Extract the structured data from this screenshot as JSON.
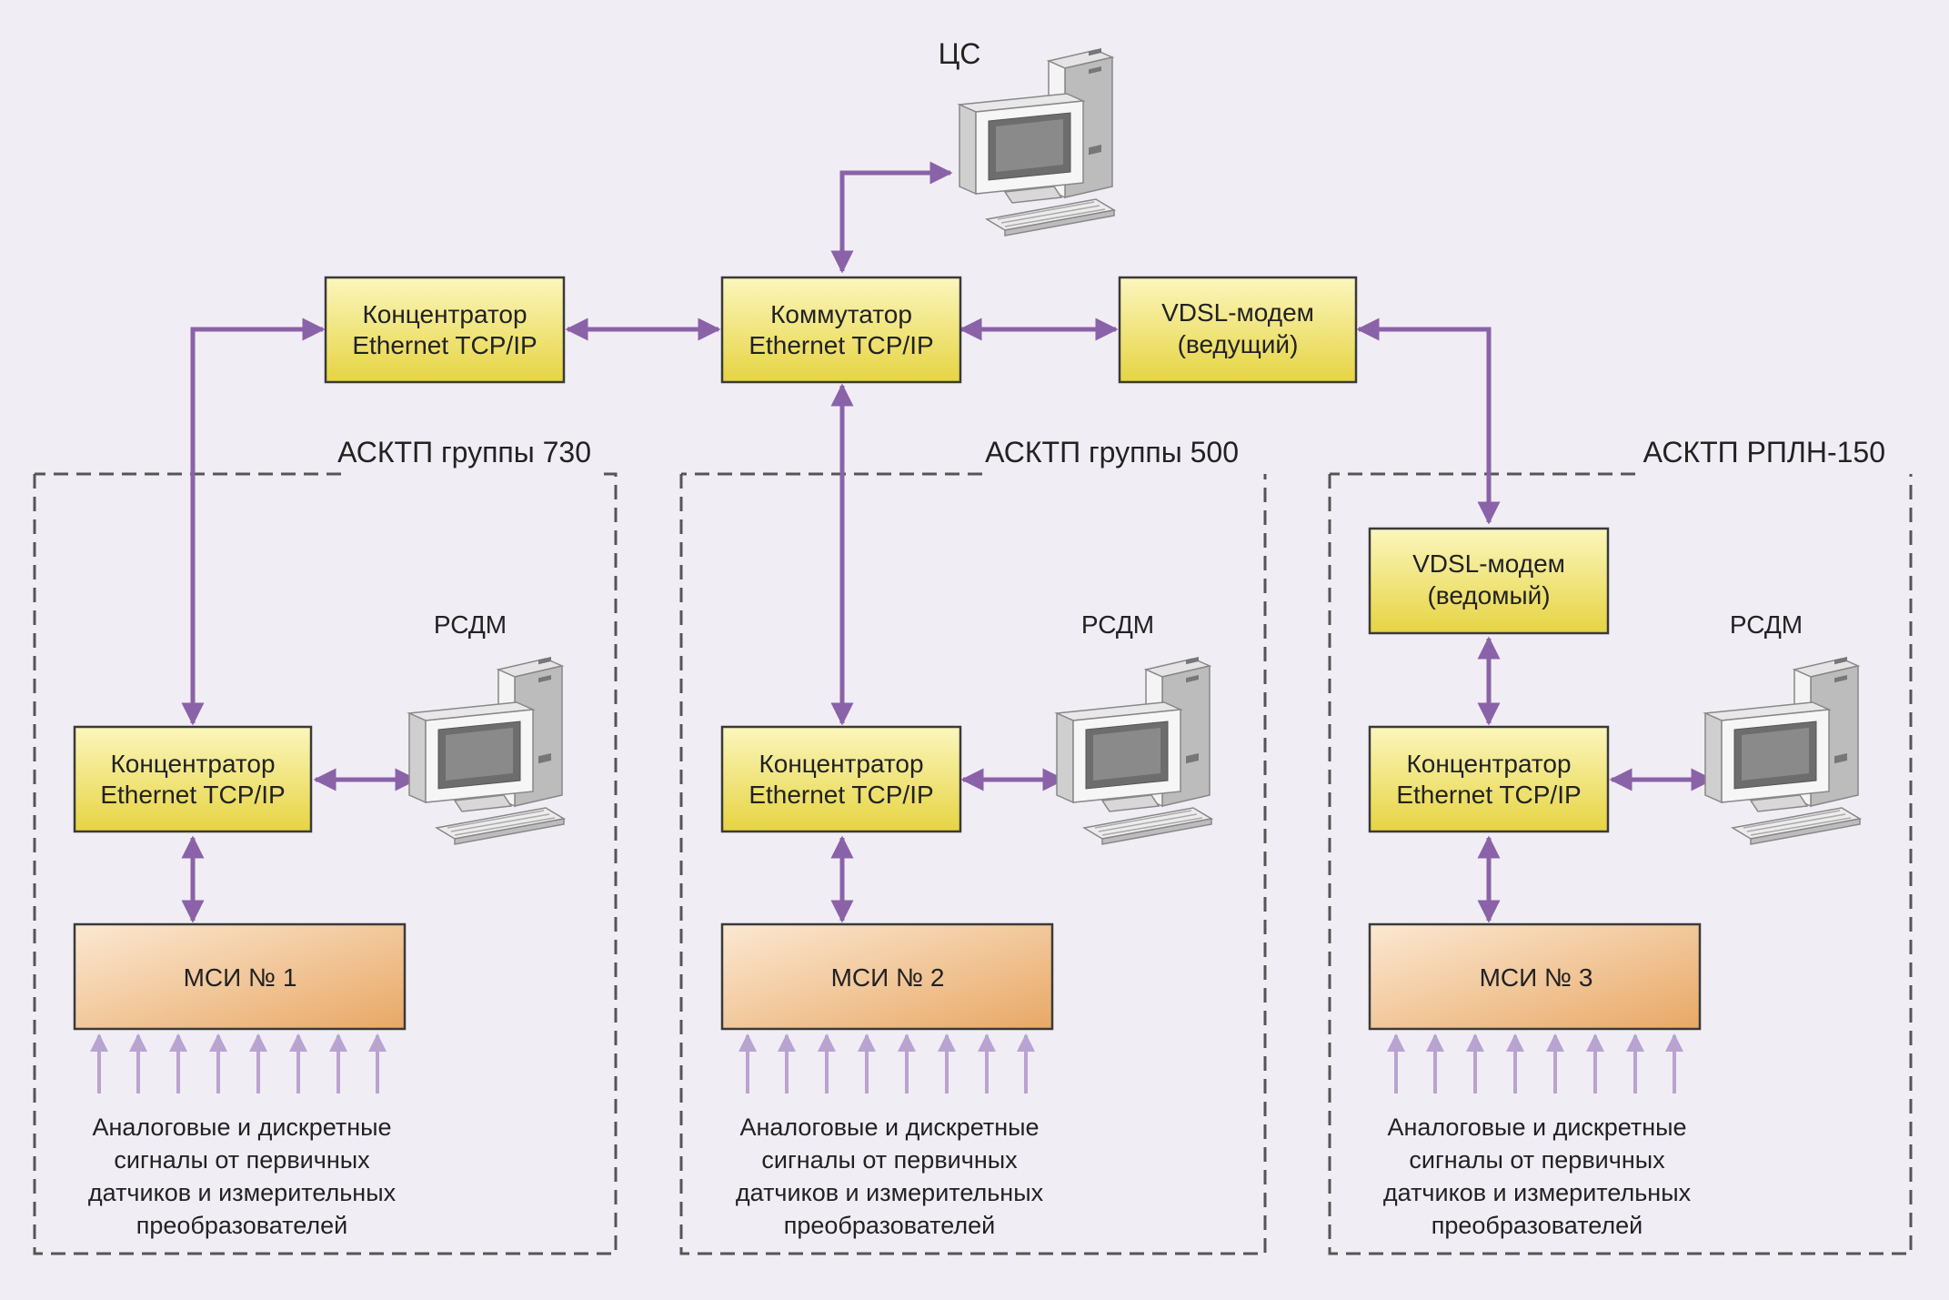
{
  "central_station": {
    "label": "ЦС"
  },
  "top_row": {
    "hub": {
      "line1": "Концентратор",
      "line2": "Ethernet TCP/IP"
    },
    "switch": {
      "line1": "Коммутатор",
      "line2": "Ethernet TCP/IP"
    },
    "vdsl_master": {
      "line1": "VDSL-модем",
      "line2": "(ведущий)"
    }
  },
  "groups": [
    {
      "title": "АСКТП группы 730",
      "workstation_label": "РСДМ",
      "hub": {
        "line1": "Концентратор",
        "line2": "Ethernet TCP/IP"
      },
      "msi": {
        "label": "МСИ № 1"
      },
      "signals": {
        "line1": "Аналоговые и дискретные",
        "line2": "сигналы от первичных",
        "line3": "датчиков и измерительных",
        "line4": "преобразователей"
      }
    },
    {
      "title": "АСКТП группы 500",
      "workstation_label": "РСДМ",
      "hub": {
        "line1": "Концентратор",
        "line2": "Ethernet TCP/IP"
      },
      "msi": {
        "label": "МСИ № 2"
      },
      "signals": {
        "line1": "Аналоговые и дискретные",
        "line2": "сигналы от первичных",
        "line3": "датчиков и измерительных",
        "line4": "преобразователей"
      }
    },
    {
      "title": "АСКТП РПЛН-150",
      "workstation_label": "РСДМ",
      "vdsl_slave": {
        "line1": "VDSL-модем",
        "line2": "(ведомый)"
      },
      "hub": {
        "line1": "Концентратор",
        "line2": "Ethernet TCP/IP"
      },
      "msi": {
        "label": "МСИ № 3"
      },
      "signals": {
        "line1": "Аналоговые и дискретные",
        "line2": "сигналы от первичных",
        "line3": "датчиков и измерительных",
        "line4": "преобразователей"
      }
    }
  ],
  "colors": {
    "background": "#f1edf5",
    "connection": "#8a62a8",
    "signal_arrow": "#b9a3d1",
    "network_box_fill": "#efe37a",
    "network_box_border": "#3a3a3a",
    "msi_fill": "#eab480",
    "group_border": "#555555"
  },
  "icons": {
    "workstation": "computer-workstation-icon"
  }
}
